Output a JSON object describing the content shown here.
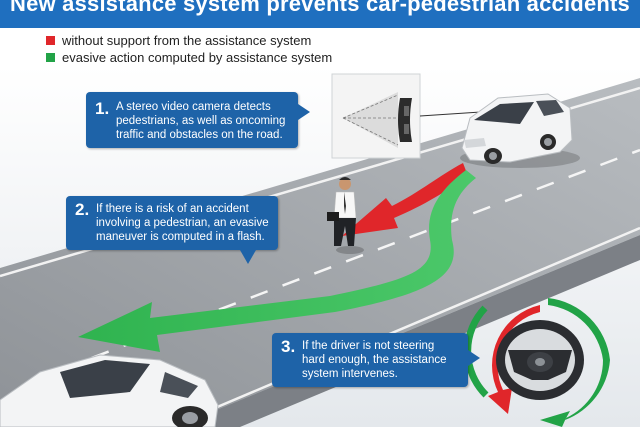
{
  "title": "New assistance system prevents car-pedestrian accidents",
  "legend": [
    {
      "label": "without support from the assistance system",
      "color": "#e0262a"
    },
    {
      "label": "evasive action computed by assistance system",
      "color": "#22a347"
    }
  ],
  "steps": [
    {
      "number": "1.",
      "text": "A stereo video camera detects pedestrians, as well as oncoming traffic and obstacles on the road."
    },
    {
      "number": "2.",
      "text": "If there is a risk of an accident involving a pedestrian, an evasive maneuver is computed in a flash."
    },
    {
      "number": "3.",
      "text": "If the driver is not steering hard enough, the assistance system intervenes."
    }
  ],
  "colors": {
    "brand_blue": "#1e63a8",
    "road": "#9a9ea3",
    "arrow_red": "#e0262a",
    "arrow_green": "#22a347"
  }
}
